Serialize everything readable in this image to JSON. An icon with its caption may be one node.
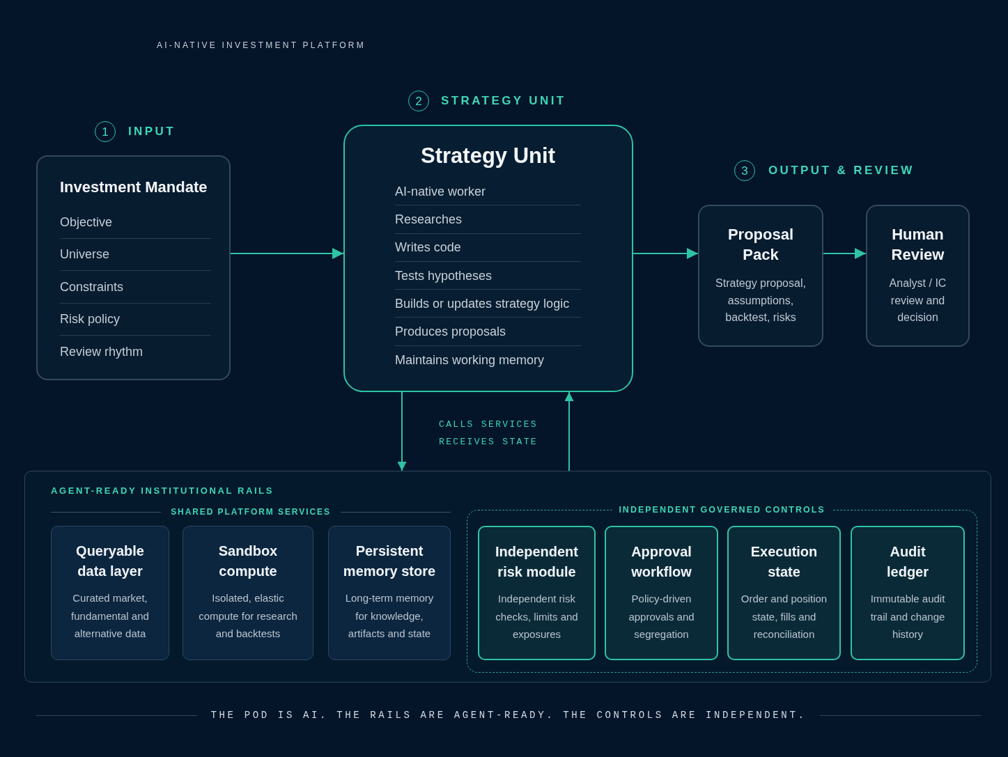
{
  "diagram": {
    "title": "AI-NATIVE INVESTMENT PLATFORM",
    "caption": "THE POD IS AI. THE RAILS ARE AGENT-READY. THE CONTROLS ARE INDEPENDENT.",
    "nodes": [
      {
        "text": [
          "Investment Mandate",
          "Objective",
          "Universe",
          "Constraints",
          "Risk policy",
          "Review rhythm"
        ]
      },
      {
        "text": [
          "Strategy Unit",
          "AI-native worker",
          "Researches",
          "Writes code",
          "Tests hypotheses",
          "Builds or updates strategy logic",
          "Produces proposals",
          "Maintains working memory"
        ]
      },
      {
        "text": [
          "Proposal Pack",
          "Strategy proposal, assumptions, backtest, risks"
        ]
      },
      {
        "text": [
          "Human Review",
          "Analyst / IC review and decision"
        ]
      },
      {
        "text": [
          "AGENT-READY INSTITUTIONAL RAILS"
        ]
      },
      {
        "text": [
          "Queryable data layer",
          "Curated market, fundamental and alternative data"
        ],
        "in": 4
      },
      {
        "text": [
          "Sandbox compute",
          "Isolated, elastic compute for research and backtests"
        ],
        "in": 4
      },
      {
        "text": [
          "Persistent memory store",
          "Long-term memory for knowledge, artifacts and state"
        ],
        "in": 4
      },
      {
        "text": [
          "INDEPENDENT GOVERNED CONTROLS"
        ],
        "in": 4
      },
      {
        "text": [
          "Independent risk module",
          "Independent risk checks, limits and exposures"
        ],
        "in": 8
      },
      {
        "text": [
          "Approval workflow",
          "Policy-driven approvals and segregation"
        ],
        "in": 8
      },
      {
        "text": [
          "Execution state",
          "Order and position state, fills and reconciliation"
        ],
        "in": 8
      },
      {
        "text": [
          "Audit ledger",
          "Immutable audit trail and change history"
        ],
        "in": 8
      }
    ],
    "edges": [
      {
        "from": 0,
        "to": 1,
        "arrow": "to"
      },
      {
        "from": 1,
        "to": 2,
        "arrow": "to"
      },
      {
        "from": 2,
        "to": 3,
        "arrow": "to"
      },
      {
        "from": 1,
        "to": 4,
        "arrow": "to",
        "label": "CALLS SERVICES"
      },
      {
        "from": 4,
        "to": 1,
        "arrow": "to",
        "label": "RECEIVES STATE"
      }
    ],
    "labels": [
      "1",
      "INPUT",
      "2",
      "STRATEGY UNIT",
      "3",
      "OUTPUT & REVIEW",
      "SHARED PLATFORM SERVICES"
    ]
  }
}
